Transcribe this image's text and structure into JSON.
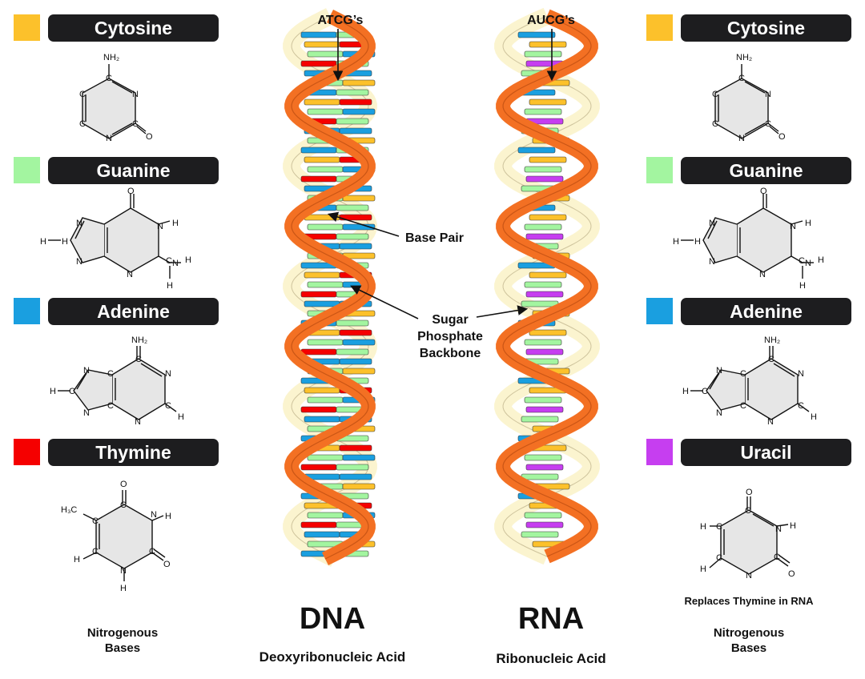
{
  "colors": {
    "cytosine": "#fcc12b",
    "guanine": "#a3f5a0",
    "adenine": "#1a9fe0",
    "thymine": "#f50000",
    "uracil": "#c63ef0",
    "backbone": "#f37023",
    "backbone_dark": "#b84a10",
    "backbone_fill": "#fbf4cf"
  },
  "left_bases": [
    {
      "name": "Cytosine"
    },
    {
      "name": "Guanine"
    },
    {
      "name": "Adenine"
    },
    {
      "name": "Thymine"
    }
  ],
  "right_bases": [
    {
      "name": "Cytosine"
    },
    {
      "name": "Guanine"
    },
    {
      "name": "Adenine"
    },
    {
      "name": "Uracil"
    }
  ],
  "molecule_atoms": {
    "nh2": "NH₂",
    "n": "N",
    "c": "C",
    "o": "O",
    "h": "H",
    "ch3": "H₃C"
  },
  "uracil_note": "Replaces Thymine in RNA",
  "left_footer": [
    "Nitrogenous",
    "Bases"
  ],
  "right_footer": [
    "Nitrogenous",
    "Bases"
  ],
  "dna": {
    "title": "DNA",
    "subtitle": "Deoxyribonucleic Acid",
    "top_label": "ATCG’s"
  },
  "rna": {
    "title": "RNA",
    "subtitle": "Ribonucleic Acid",
    "top_label": "AUCG’s"
  },
  "annotations": {
    "base_pair": "Base Pair",
    "backbone": [
      "Sugar",
      "Phosphate",
      "Backbone"
    ]
  }
}
